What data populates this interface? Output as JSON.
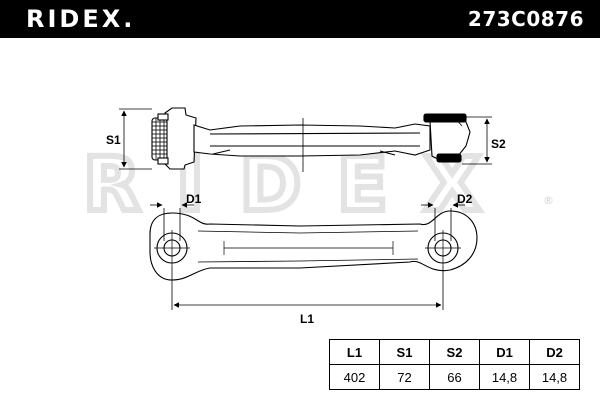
{
  "header": {
    "brand": "RIDEX.",
    "part_number": "273C0876"
  },
  "watermark": {
    "text": "RIDEX",
    "registered_mark": "®"
  },
  "dimensions": {
    "s1": "S1",
    "s2": "S2",
    "d1": "D1",
    "d2": "D2",
    "l1": "L1"
  },
  "spec_table": {
    "headers": [
      "L1",
      "S1",
      "S2",
      "D1",
      "D2"
    ],
    "values": [
      "402",
      "72",
      "66",
      "14,8",
      "14,8"
    ]
  },
  "colors": {
    "header_bg": "#000000",
    "header_text": "#ffffff",
    "watermark": "#e6e6e6",
    "line": "#000000"
  }
}
